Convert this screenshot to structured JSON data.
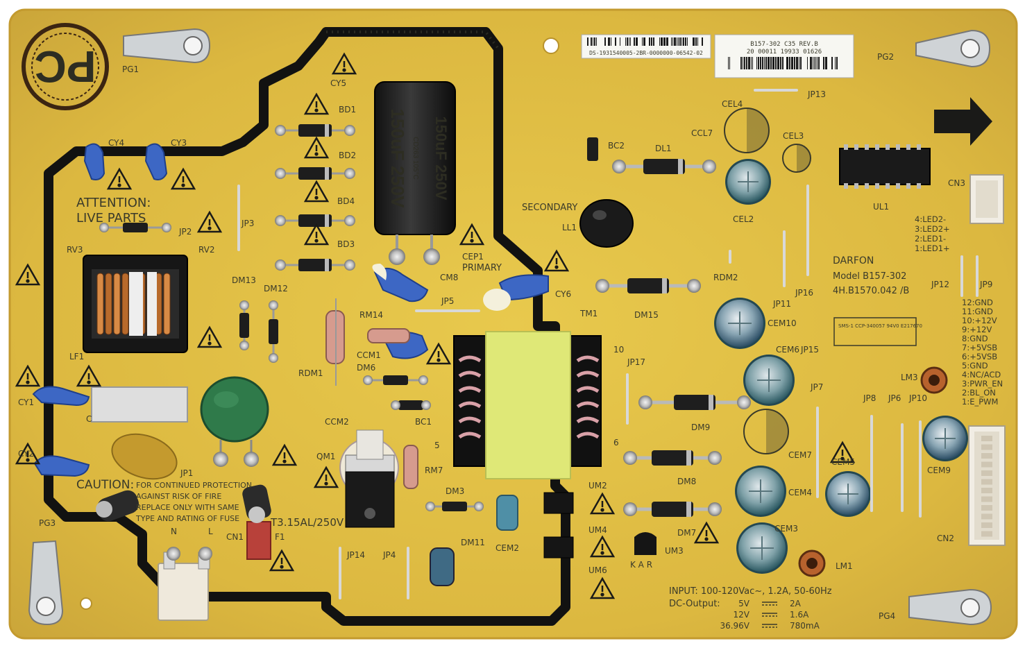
{
  "board": {
    "brand": "DARFON",
    "model": "Model B157-302",
    "part_number": "4H.B1570.042 /B",
    "stamp": "PC",
    "ul_mark": "SMS-1 CCP-340057 94V0 E217670",
    "sticker_left": "DS-1931540005-2BR-0000000-06542-02",
    "sticker_right_line1": "B157-302     C35     REV.B",
    "sticker_right_line2": "20  00011  19933  01626"
  },
  "warnings": {
    "attention_line1": "ATTENTION:",
    "attention_line2": "LIVE PARTS",
    "caution": "CAUTION:",
    "caution_text_1": "FOR CONTINUED PROTECTION",
    "caution_text_2": "AGAINST RISK OF FIRE",
    "caution_text_3": "REPLACE ONLY WITH SAME",
    "caution_text_4": "TYPE AND RATING OF FUSE",
    "fuse_rating": "T3.15AL/250V"
  },
  "areas": {
    "primary": "PRIMARY",
    "secondary": "SECONDARY"
  },
  "capacitor_main": {
    "marking": "150uF 250V",
    "marking_b": "CD263 105°C"
  },
  "input_spec": {
    "input_label": "INPUT: 100-120Vac~, 1.2A, 50-60Hz",
    "dc_output_label": "DC-Output:",
    "rows": [
      {
        "voltage": "5V",
        "current": "2A"
      },
      {
        "voltage": "12V",
        "current": "1.6A"
      },
      {
        "voltage": "36.96V",
        "current": "780mA"
      }
    ]
  },
  "cn2_pins": [
    "12:GND",
    "11:GND",
    "10:+12V",
    "9:+12V",
    "8:GND",
    "7:+5VSB",
    "6:+5VSB",
    "5:GND",
    "4:NC/ACD",
    "3:PWR_EN",
    "2:BL_ON",
    "1:E_PWM"
  ],
  "cn3_pins": [
    "4:LED2-",
    "3:LED2+",
    "2:LED1-",
    "1:LED1+"
  ],
  "designators": {
    "PG1": "PG1",
    "PG2": "PG2",
    "PG3": "PG3",
    "PG4": "PG4",
    "CY1": "CY1",
    "CY2": "CY2",
    "CY3": "CY3",
    "CY4": "CY4",
    "CY5": "CY5",
    "CY6": "CY6",
    "BD1": "BD1",
    "BD2": "BD2",
    "BD3": "BD3",
    "BD4": "BD4",
    "JP1": "JP1",
    "JP2": "JP2",
    "JP3": "JP3",
    "JP4": "JP4",
    "JP5": "JP5",
    "JP6": "JP6",
    "JP7": "JP7",
    "JP8": "JP8",
    "JP9": "JP9",
    "JP10": "JP10",
    "JP11": "JP11",
    "JP12": "JP12",
    "JP13": "JP13",
    "JP14": "JP14",
    "JP15": "JP15",
    "JP16": "JP16",
    "JP17": "JP17",
    "RV2": "RV2",
    "RV3": "RV3",
    "LF1": "LF1",
    "DM12": "DM12",
    "DM13": "DM13",
    "CEP1": "CEP1",
    "CM8": "CM8",
    "RM14": "RM14",
    "CCM1": "CCM1",
    "DM6": "DM6",
    "RDM1": "RDM1",
    "CCM2": "CCM2",
    "BC1": "BC1",
    "BC2": "BC2",
    "QM1": "QM1",
    "RM7": "RM7",
    "DM3": "DM3",
    "DM11": "DM11",
    "CEM2": "CEM2",
    "UM2": "UM2",
    "UM3": "UM3",
    "UM4": "UM4",
    "UM6": "UM6",
    "TM1": "TM1",
    "DL1": "DL1",
    "CCL7": "CCL7",
    "CEL2": "CEL2",
    "CEL3": "CEL3",
    "CEL4": "CEL4",
    "LL1": "LL1",
    "RDM2": "RDM2",
    "DM7": "DM7",
    "DM8": "DM8",
    "DM9": "DM9",
    "DM15": "DM15",
    "CEM3": "CEM3",
    "CEM4": "CEM4",
    "CEM5": "CEM5",
    "CEM6": "CEM6",
    "CEM7": "CEM7",
    "CEM9": "CEM9",
    "CEM10": "CEM10",
    "LM1": "LM1",
    "LM3": "LM3",
    "UL1": "UL1",
    "CN1": "CN1",
    "CN2": "CN2",
    "CN3": "CN3",
    "F1": "F1",
    "N": "N",
    "L": "L",
    "KAR": "K A R",
    "C": "C",
    "t5": "5",
    "t6": "6",
    "t10": "10"
  },
  "colors": {
    "board": "#e3c247",
    "board_dark": "#c9a232",
    "trace_black": "#121211",
    "transformer_yellow": "#dfe877",
    "cap_blue": "#3d67c4",
    "green_ntc": "#2f7a4a"
  }
}
